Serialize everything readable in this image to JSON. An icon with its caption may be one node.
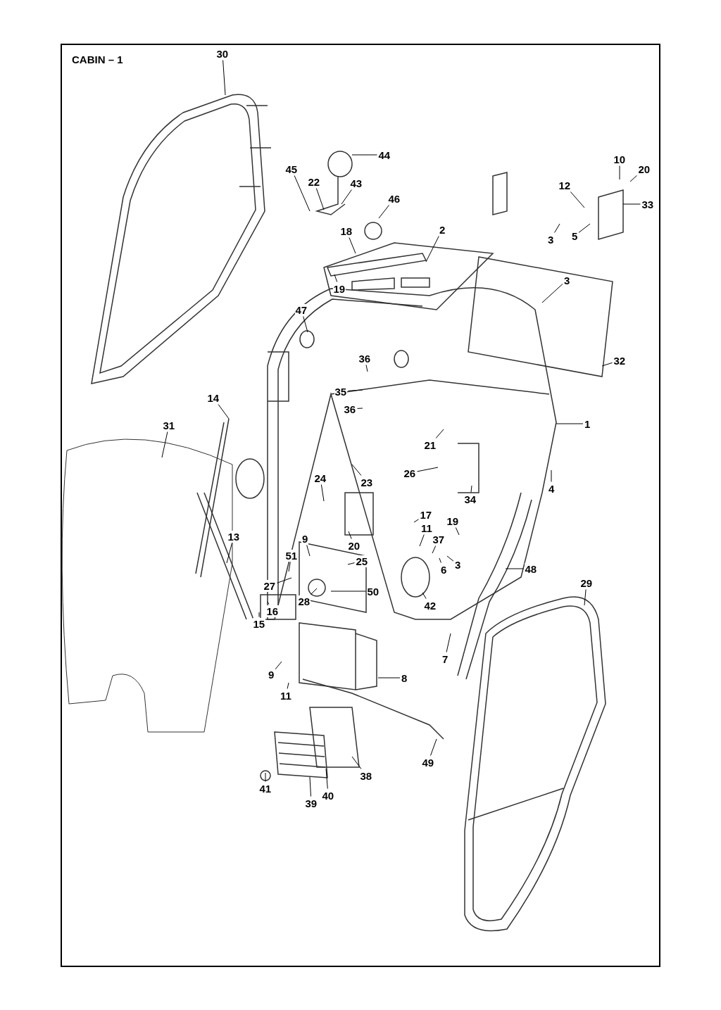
{
  "diagram": {
    "title": "CABIN – 1",
    "nodes": [
      {
        "text": [
          "30"
        ]
      },
      {
        "text": [
          "44"
        ]
      },
      {
        "text": [
          "45"
        ]
      },
      {
        "text": [
          "22"
        ]
      },
      {
        "text": [
          "43"
        ]
      },
      {
        "text": [
          "46"
        ]
      },
      {
        "text": [
          "10"
        ]
      },
      {
        "text": [
          "20"
        ]
      },
      {
        "text": [
          "12"
        ]
      },
      {
        "text": [
          "33"
        ]
      },
      {
        "text": [
          "3"
        ]
      },
      {
        "text": [
          "5"
        ]
      },
      {
        "text": [
          "18"
        ]
      },
      {
        "text": [
          "2"
        ]
      },
      {
        "text": [
          "19"
        ]
      },
      {
        "text": [
          "3"
        ]
      },
      {
        "text": [
          "47"
        ]
      },
      {
        "text": [
          "36"
        ]
      },
      {
        "text": [
          "32"
        ]
      },
      {
        "text": [
          "35"
        ]
      },
      {
        "text": [
          "36"
        ]
      },
      {
        "text": [
          "14"
        ]
      },
      {
        "text": [
          "31"
        ]
      },
      {
        "text": [
          "1"
        ]
      },
      {
        "text": [
          "21"
        ]
      },
      {
        "text": [
          "26"
        ]
      },
      {
        "text": [
          "23"
        ]
      },
      {
        "text": [
          "24"
        ]
      },
      {
        "text": [
          "34"
        ]
      },
      {
        "text": [
          "4"
        ]
      },
      {
        "text": [
          "17"
        ]
      },
      {
        "text": [
          "11"
        ]
      },
      {
        "text": [
          "19"
        ]
      },
      {
        "text": [
          "37"
        ]
      },
      {
        "text": [
          "13"
        ]
      },
      {
        "text": [
          "9"
        ]
      },
      {
        "text": [
          "51"
        ]
      },
      {
        "text": [
          "20"
        ]
      },
      {
        "text": [
          "25"
        ]
      },
      {
        "text": [
          "3"
        ]
      },
      {
        "text": [
          "6"
        ]
      },
      {
        "text": [
          "48"
        ]
      },
      {
        "text": [
          "27"
        ]
      },
      {
        "text": [
          "50"
        ]
      },
      {
        "text": [
          "28"
        ]
      },
      {
        "text": [
          "42"
        ]
      },
      {
        "text": [
          "29"
        ]
      },
      {
        "text": [
          "16"
        ]
      },
      {
        "text": [
          "15"
        ]
      },
      {
        "text": [
          "7"
        ]
      },
      {
        "text": [
          "9"
        ]
      },
      {
        "text": [
          "8"
        ]
      },
      {
        "text": [
          "11"
        ]
      },
      {
        "text": [
          "49"
        ]
      },
      {
        "text": [
          "38"
        ]
      },
      {
        "text": [
          "41"
        ]
      },
      {
        "text": [
          "39"
        ]
      },
      {
        "text": [
          "40"
        ]
      }
    ],
    "edges": [
      {
        "from": 0,
        "to": null,
        "arrow": "none"
      },
      {
        "from": 1,
        "to": null,
        "arrow": "none"
      },
      {
        "from": 2,
        "to": null,
        "arrow": "none"
      },
      {
        "from": 3,
        "to": null,
        "arrow": "none"
      },
      {
        "from": 4,
        "to": null,
        "arrow": "none"
      },
      {
        "from": 5,
        "to": null,
        "arrow": "none"
      },
      {
        "from": 6,
        "to": null,
        "arrow": "none"
      },
      {
        "from": 7,
        "to": null,
        "arrow": "none"
      },
      {
        "from": 8,
        "to": null,
        "arrow": "none"
      },
      {
        "from": 9,
        "to": null,
        "arrow": "none"
      },
      {
        "from": 10,
        "to": null,
        "arrow": "none"
      },
      {
        "from": 11,
        "to": null,
        "arrow": "none"
      },
      {
        "from": 12,
        "to": null,
        "arrow": "none"
      },
      {
        "from": 13,
        "to": null,
        "arrow": "none"
      },
      {
        "from": 14,
        "to": null,
        "arrow": "none"
      },
      {
        "from": 15,
        "to": null,
        "arrow": "none"
      },
      {
        "from": 16,
        "to": null,
        "arrow": "none"
      },
      {
        "from": 17,
        "to": null,
        "arrow": "none"
      },
      {
        "from": 18,
        "to": null,
        "arrow": "none"
      },
      {
        "from": 19,
        "to": null,
        "arrow": "none"
      },
      {
        "from": 20,
        "to": null,
        "arrow": "none"
      },
      {
        "from": 21,
        "to": null,
        "arrow": "none"
      },
      {
        "from": 22,
        "to": null,
        "arrow": "none"
      },
      {
        "from": 23,
        "to": null,
        "arrow": "none"
      },
      {
        "from": 24,
        "to": null,
        "arrow": "none"
      },
      {
        "from": 25,
        "to": null,
        "arrow": "none"
      },
      {
        "from": 26,
        "to": null,
        "arrow": "none"
      },
      {
        "from": 27,
        "to": null,
        "arrow": "none"
      },
      {
        "from": 28,
        "to": null,
        "arrow": "none"
      },
      {
        "from": 29,
        "to": null,
        "arrow": "none"
      },
      {
        "from": 30,
        "to": null,
        "arrow": "none"
      },
      {
        "from": 31,
        "to": null,
        "arrow": "none"
      },
      {
        "from": 32,
        "to": null,
        "arrow": "none"
      },
      {
        "from": 33,
        "to": null,
        "arrow": "none"
      },
      {
        "from": 34,
        "to": null,
        "arrow": "none"
      },
      {
        "from": 35,
        "to": null,
        "arrow": "none"
      },
      {
        "from": 36,
        "to": null,
        "arrow": "none"
      },
      {
        "from": 37,
        "to": null,
        "arrow": "none"
      },
      {
        "from": 38,
        "to": null,
        "arrow": "none"
      },
      {
        "from": 39,
        "to": null,
        "arrow": "none"
      },
      {
        "from": 40,
        "to": null,
        "arrow": "none"
      },
      {
        "from": 41,
        "to": null,
        "arrow": "none"
      },
      {
        "from": 42,
        "to": null,
        "arrow": "none"
      },
      {
        "from": 43,
        "to": null,
        "arrow": "none"
      },
      {
        "from": 44,
        "to": null,
        "arrow": "none"
      },
      {
        "from": 45,
        "to": null,
        "arrow": "none"
      },
      {
        "from": 46,
        "to": null,
        "arrow": "none"
      },
      {
        "from": 47,
        "to": null,
        "arrow": "none"
      },
      {
        "from": 48,
        "to": null,
        "arrow": "none"
      },
      {
        "from": 49,
        "to": null,
        "arrow": "none"
      },
      {
        "from": 50,
        "to": null,
        "arrow": "none"
      },
      {
        "from": 51,
        "to": null,
        "arrow": "none"
      },
      {
        "from": 52,
        "to": null,
        "arrow": "none"
      },
      {
        "from": 53,
        "to": null,
        "arrow": "none"
      },
      {
        "from": 54,
        "to": null,
        "arrow": "none"
      },
      {
        "from": 55,
        "to": null,
        "arrow": "none"
      },
      {
        "from": 56,
        "to": null,
        "arrow": "none"
      },
      {
        "from": 57,
        "to": null,
        "arrow": "none"
      }
    ]
  }
}
